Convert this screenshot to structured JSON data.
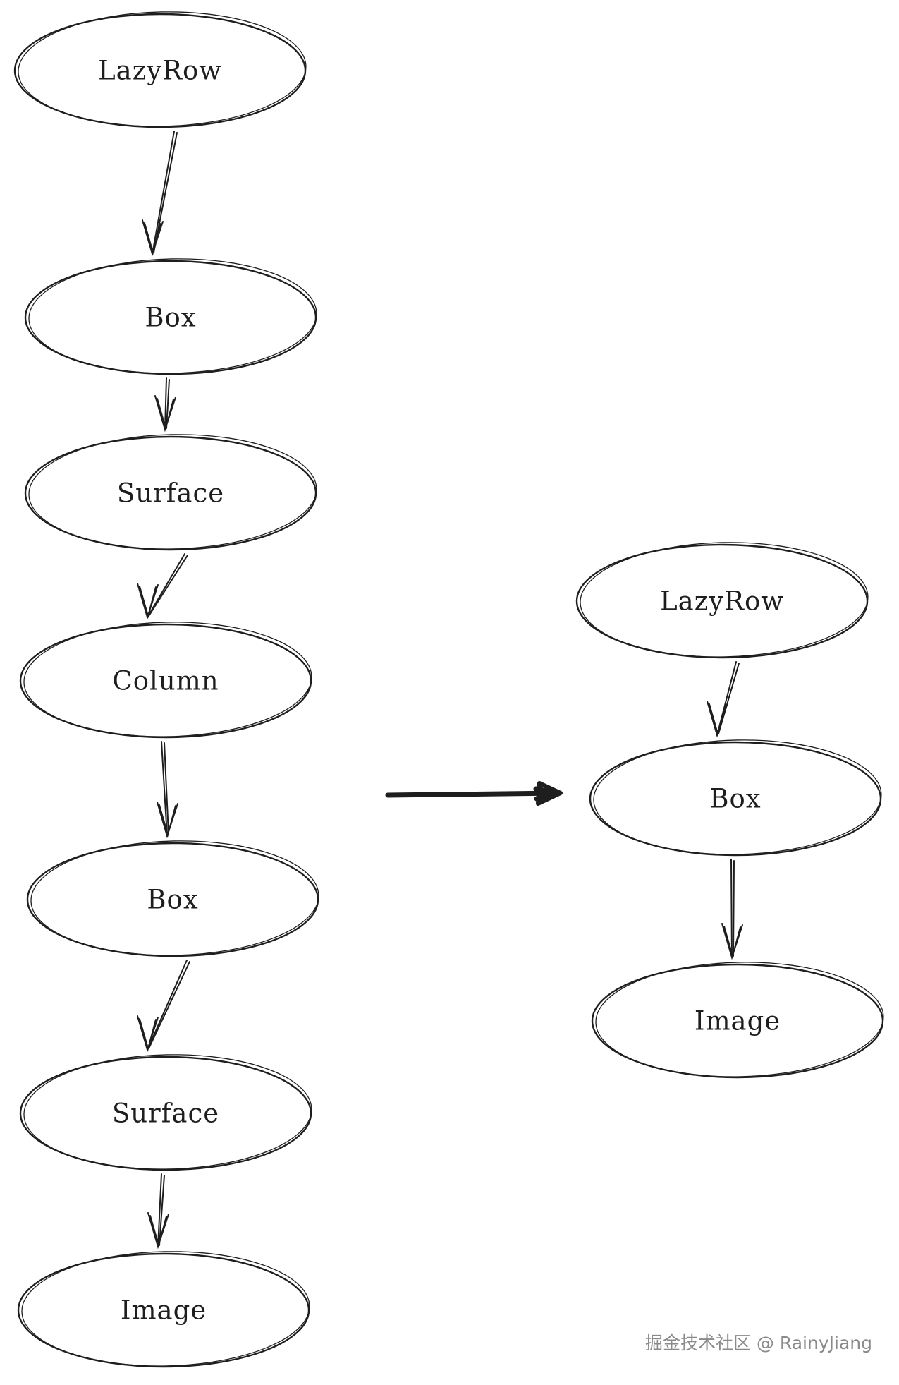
{
  "diagram": {
    "left_tree": [
      "LazyRow",
      "Box",
      "Surface",
      "Column",
      "Box",
      "Surface",
      "Image"
    ],
    "right_tree": [
      "LazyRow",
      "Box",
      "Image"
    ]
  },
  "watermark": "掘金技术社区 @ RainyJiang"
}
